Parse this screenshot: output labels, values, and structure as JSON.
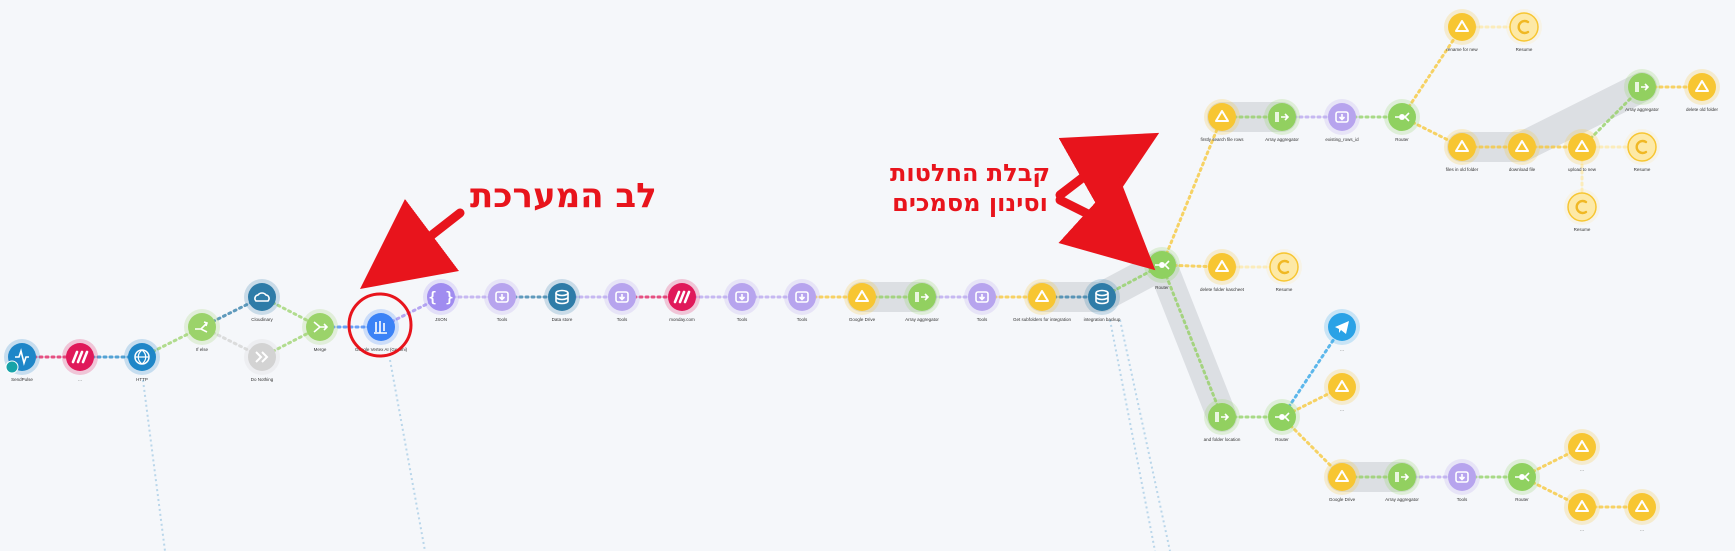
{
  "annotations": {
    "heart": "לב המערכת",
    "decisions_line1": "קבלת החלטות",
    "decisions_line2": "וסינון מסמכים"
  },
  "colors": {
    "background": "#f5f7fa",
    "annotation": "#e8141c",
    "make": "#e0195a",
    "http": "#1e86c8",
    "flow": "#9bd36a",
    "tools": "#b7a4ee",
    "json": "#a08cf0",
    "datastore": "#2e7ca8",
    "google_drive": "#f7c632",
    "array": "#92d060",
    "router": "#8fd160",
    "telegram": "#2aa2e6",
    "ai": "#3b82f6",
    "disabled": "#d3d3d3",
    "resume": "#fde9a6"
  },
  "modules": [
    {
      "id": "m1",
      "icon": "webhook-icon",
      "label": "SendPulse",
      "type": "http"
    },
    {
      "id": "m2",
      "icon": "make-icon",
      "label": "...",
      "type": "make"
    },
    {
      "id": "m3",
      "icon": "globe-icon",
      "label": "HTTP",
      "type": "http"
    },
    {
      "id": "m4",
      "icon": "if-else-icon",
      "label": "If else",
      "type": "flow"
    },
    {
      "id": "m5",
      "icon": "cloud-icon",
      "label": "Cloudinary",
      "type": "datastore"
    },
    {
      "id": "m6",
      "icon": "skip-icon",
      "label": "Do Nothing",
      "type": "disabled"
    },
    {
      "id": "m7",
      "icon": "merge-icon",
      "label": "Merge",
      "type": "flow"
    },
    {
      "id": "m8",
      "icon": "ai-icon",
      "label": "Google Vertex AI (Gemini)",
      "type": "ai"
    },
    {
      "id": "m9",
      "icon": "json-icon",
      "label": "JSON",
      "type": "json"
    },
    {
      "id": "m10",
      "icon": "tools-icon",
      "label": "Tools",
      "type": "tools"
    },
    {
      "id": "m11",
      "icon": "datastore-icon",
      "label": "Data store",
      "type": "datastore"
    },
    {
      "id": "m12",
      "icon": "tools-icon",
      "label": "Tools",
      "type": "tools"
    },
    {
      "id": "m13",
      "icon": "make-icon",
      "label": "monday.com",
      "type": "make"
    },
    {
      "id": "m14",
      "icon": "tools-icon",
      "label": "Tools",
      "type": "tools"
    },
    {
      "id": "m15",
      "icon": "tools-icon",
      "label": "Tools",
      "type": "tools"
    },
    {
      "id": "m16",
      "icon": "drive-icon",
      "label": "Google Drive",
      "type": "google_drive"
    },
    {
      "id": "m17",
      "icon": "array-icon",
      "label": "Array aggregator",
      "type": "array"
    },
    {
      "id": "m18",
      "icon": "tools-icon",
      "label": "Tools",
      "type": "tools"
    },
    {
      "id": "m19",
      "icon": "drive-icon",
      "label": "Get subfolders for integration",
      "type": "google_drive"
    },
    {
      "id": "m20",
      "icon": "datastore-icon",
      "label": "integration backup",
      "type": "datastore"
    },
    {
      "id": "m21",
      "icon": "router-icon",
      "label": "Router",
      "type": "router"
    },
    {
      "id": "m22",
      "icon": "drive-icon",
      "label": "firstly search file rows",
      "type": "google_drive"
    },
    {
      "id": "m23",
      "icon": "array-icon",
      "label": "Array aggregator",
      "type": "array"
    },
    {
      "id": "m24",
      "icon": "tools-icon",
      "label": "existing_rows_id",
      "type": "tools"
    },
    {
      "id": "m25",
      "icon": "router-icon",
      "label": "Router",
      "type": "router"
    },
    {
      "id": "m26",
      "icon": "drive-icon",
      "label": "rename for new",
      "type": "google_drive"
    },
    {
      "id": "m27",
      "icon": "resume-icon",
      "label": "Resume",
      "type": "resume"
    },
    {
      "id": "m28",
      "icon": "drive-icon",
      "label": "files in old folder",
      "type": "google_drive"
    },
    {
      "id": "m29",
      "icon": "drive-icon",
      "label": "download file",
      "type": "google_drive"
    },
    {
      "id": "m30",
      "icon": "drive-icon",
      "label": "upload to new",
      "type": "google_drive"
    },
    {
      "id": "m31",
      "icon": "array-icon",
      "label": "Array aggregator",
      "type": "array"
    },
    {
      "id": "m32",
      "icon": "drive-icon",
      "label": "delete old folder",
      "type": "google_drive"
    },
    {
      "id": "m33",
      "icon": "resume-icon",
      "label": "Resume",
      "type": "resume"
    },
    {
      "id": "m34",
      "icon": "resume-icon",
      "label": "Resume",
      "type": "resume"
    },
    {
      "id": "m35",
      "icon": "drive-icon",
      "label": "delete folder kascheet",
      "type": "google_drive"
    },
    {
      "id": "m36",
      "icon": "resume-icon",
      "label": "Resume",
      "type": "resume"
    },
    {
      "id": "m37",
      "icon": "array-icon",
      "label": "and folder location",
      "type": "array"
    },
    {
      "id": "m38",
      "icon": "router-icon",
      "label": "Router",
      "type": "router"
    },
    {
      "id": "m39",
      "icon": "telegram-icon",
      "label": "...",
      "type": "telegram"
    },
    {
      "id": "m40",
      "icon": "drive-icon",
      "label": "...",
      "type": "google_drive"
    },
    {
      "id": "m41",
      "icon": "drive-icon",
      "label": "Google Drive",
      "type": "google_drive"
    },
    {
      "id": "m42",
      "icon": "array-icon",
      "label": "Array aggregator",
      "type": "array"
    },
    {
      "id": "m43",
      "icon": "tools-icon",
      "label": "Tools",
      "type": "tools"
    },
    {
      "id": "m44",
      "icon": "router-icon",
      "label": "Router",
      "type": "router"
    },
    {
      "id": "m45",
      "icon": "drive-icon",
      "label": "...",
      "type": "google_drive"
    },
    {
      "id": "m46",
      "icon": "drive-icon",
      "label": "...",
      "type": "google_drive"
    },
    {
      "id": "m47",
      "icon": "drive-icon",
      "label": "...",
      "type": "google_drive"
    }
  ],
  "connections": [
    [
      "m1",
      "m2"
    ],
    [
      "m2",
      "m3"
    ],
    [
      "m3",
      "m4"
    ],
    [
      "m4",
      "m5"
    ],
    [
      "m4",
      "m6"
    ],
    [
      "m5",
      "m7"
    ],
    [
      "m6",
      "m7"
    ],
    [
      "m7",
      "m8"
    ],
    [
      "m8",
      "m9"
    ],
    [
      "m9",
      "m10"
    ],
    [
      "m10",
      "m11"
    ],
    [
      "m11",
      "m12"
    ],
    [
      "m12",
      "m13"
    ],
    [
      "m13",
      "m14"
    ],
    [
      "m14",
      "m15"
    ],
    [
      "m15",
      "m16"
    ],
    [
      "m16",
      "m17"
    ],
    [
      "m17",
      "m18"
    ],
    [
      "m18",
      "m19"
    ],
    [
      "m19",
      "m20"
    ],
    [
      "m20",
      "m21"
    ],
    [
      "m21",
      "m22"
    ],
    [
      "m22",
      "m23"
    ],
    [
      "m23",
      "m24"
    ],
    [
      "m24",
      "m25"
    ],
    [
      "m25",
      "m26"
    ],
    [
      "m26",
      "m27"
    ],
    [
      "m25",
      "m28"
    ],
    [
      "m28",
      "m29"
    ],
    [
      "m29",
      "m30"
    ],
    [
      "m30",
      "m31"
    ],
    [
      "m31",
      "m32"
    ],
    [
      "m30",
      "m33"
    ],
    [
      "m30",
      "m34"
    ],
    [
      "m21",
      "m35"
    ],
    [
      "m35",
      "m36"
    ],
    [
      "m21",
      "m37"
    ],
    [
      "m37",
      "m38"
    ],
    [
      "m38",
      "m39"
    ],
    [
      "m38",
      "m40"
    ],
    [
      "m38",
      "m41"
    ],
    [
      "m41",
      "m42"
    ],
    [
      "m42",
      "m43"
    ],
    [
      "m43",
      "m44"
    ],
    [
      "m44",
      "m45"
    ],
    [
      "m44",
      "m46"
    ],
    [
      "m46",
      "m47"
    ]
  ]
}
